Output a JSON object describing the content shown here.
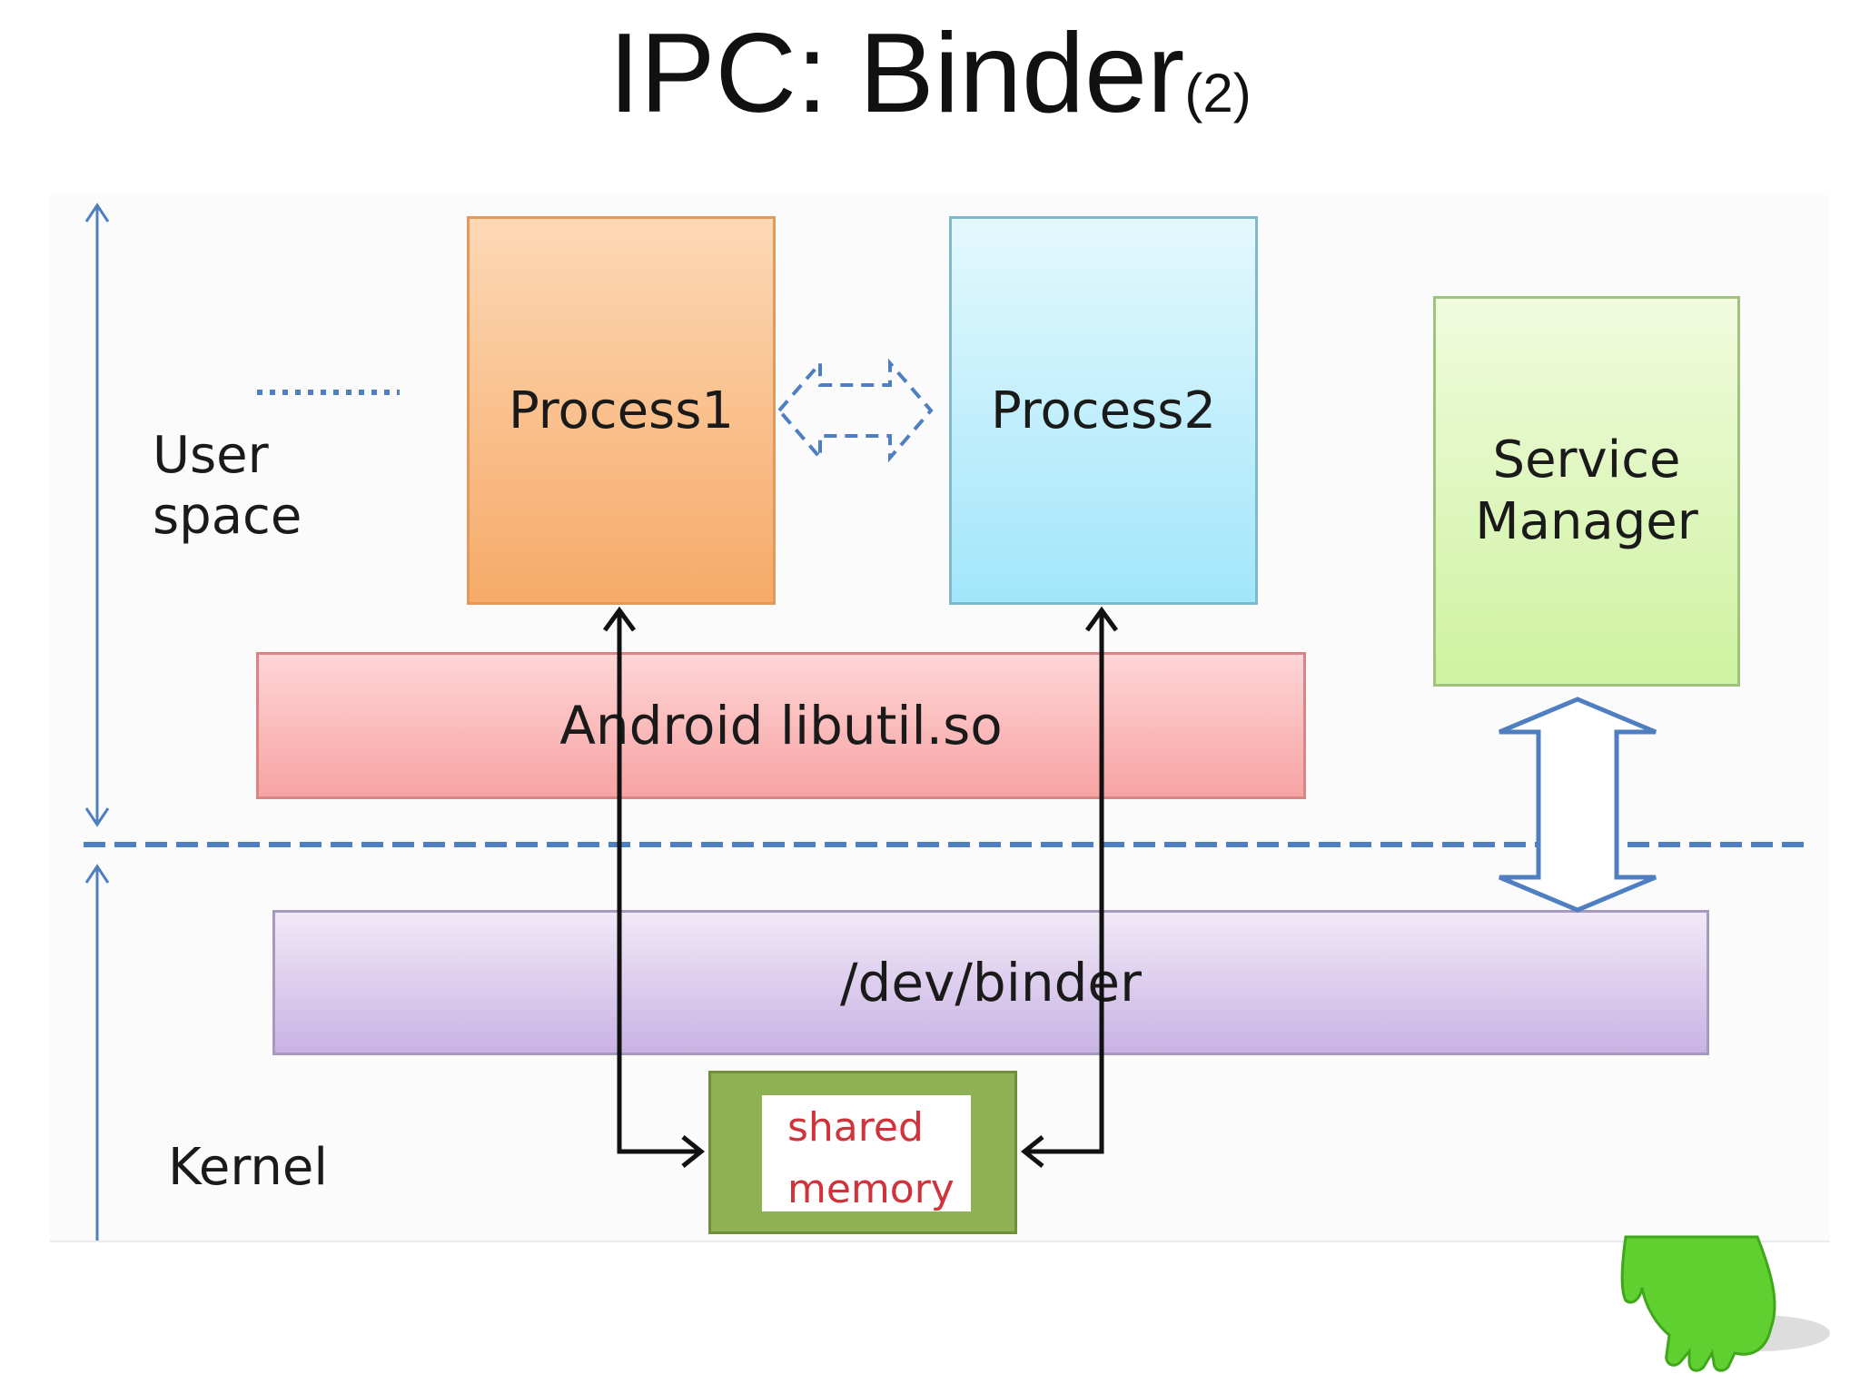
{
  "title": {
    "main": "IPC: Binder",
    "suffix": "(2)"
  },
  "labels": {
    "user_space": "User\nspace",
    "kernel": "Kernel"
  },
  "boxes": {
    "process1": "Process1",
    "process2": "Process2",
    "service_manager": "Service\nManager",
    "libutil": "Android libutil.so",
    "dev_binder": "/dev/binder",
    "shared_memory": "shared\nmemory"
  },
  "colors": {
    "process1": "#f6aa68",
    "process2": "#a2e6fa",
    "service_manager": "#cdf2a0",
    "libutil": "#f7a3a3",
    "dev_binder": "#c9b3e4",
    "shared_memory_frame": "#8eb153",
    "shared_memory_text": "#d0343a",
    "dashed_lines": "#4f7fc0"
  },
  "icons": [
    "green-hand-icon"
  ]
}
